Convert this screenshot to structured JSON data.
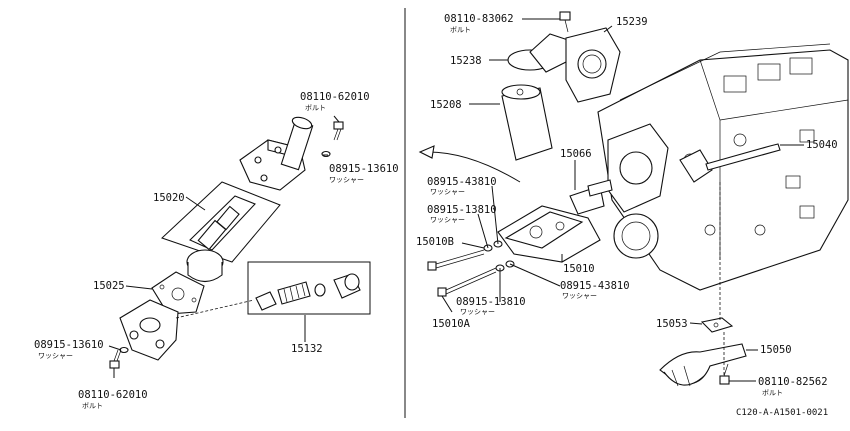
{
  "left_panel": {
    "labels": {
      "bolt_top_number": "08110-62010",
      "bolt_top_jp": "ボルト",
      "washer_right_number": "08915-13610",
      "washer_right_jp": "ワッシャー",
      "pump_assy": "15020",
      "gasket": "15025",
      "relief_valve_kit": "15132",
      "washer_left_number": "08915-13610",
      "washer_left_jp": "ワッシャー",
      "bolt_bottom_number": "08110-62010",
      "bolt_bottom_jp": "ボルト"
    }
  },
  "right_panel": {
    "labels": {
      "bolt_top_number": "08110-83062",
      "bolt_top_jp": "ボルト",
      "bracket": "15239",
      "filter_cover": "15238",
      "filter_element": "15208",
      "cooler_pipe": "15066",
      "dipstick": "15040",
      "washer_a_number": "08915-43810",
      "washer_a_jp": "ワッシャー",
      "washer_b_number": "08915-13810",
      "washer_b_jp": "ワッシャー",
      "bolt_b": "15010B",
      "oil_pump": "15010",
      "washer_c_number": "08915-43810",
      "washer_c_jp": "ワッシャー",
      "washer_d_number": "08915-13810",
      "washer_d_jp": "ワッシャー",
      "bolt_a": "15010A",
      "gasket_strainer": "15053",
      "strainer": "15050",
      "bolt_strainer_number": "08110-82562",
      "bolt_strainer_jp": "ボルト"
    }
  },
  "figure_code": "C120-A-A1501-0021"
}
